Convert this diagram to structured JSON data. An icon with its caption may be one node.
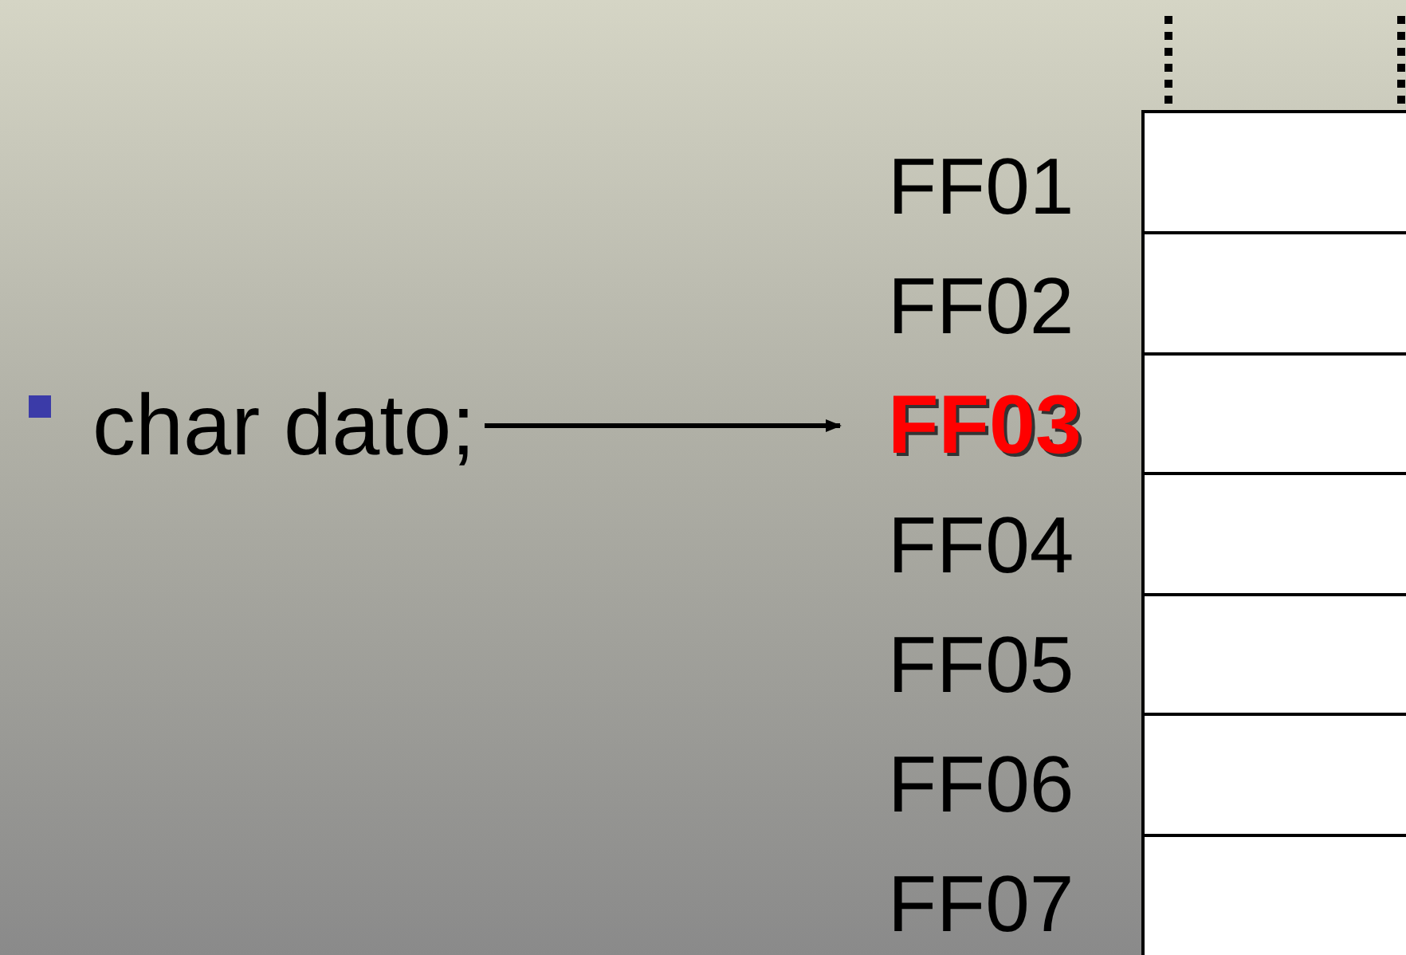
{
  "diagram": {
    "nodes": [
      {
        "text": [
          "char dato;"
        ]
      },
      {
        "text": [
          "FF03"
        ]
      }
    ],
    "edges": [
      {
        "from": 0,
        "to": 1,
        "arrow": "to"
      }
    ],
    "labels": [
      "FF01",
      "FF02",
      "FF04",
      "FF05",
      "FF06",
      "FF07"
    ]
  }
}
